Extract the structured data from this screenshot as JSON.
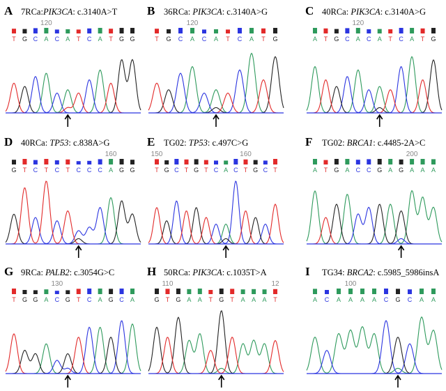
{
  "colors": {
    "A": "#2e9a5c",
    "C": "#2b35e0",
    "G": "#222222",
    "T": "#e22a2a"
  },
  "panels": [
    {
      "letter": "A",
      "sample": "7RCa:",
      "gene": "PIK3CA",
      "variant": ": c.3140A>T",
      "pos_label": "120",
      "pos_index": 3,
      "bases": "TGCACATCATGG",
      "heights": [
        0.45,
        0.4,
        0.55,
        0.6,
        0.3,
        0.35,
        0.3,
        0.5,
        0.65,
        0.45,
        0.8,
        0.8
      ],
      "arrow_index": 5,
      "minor": "T"
    },
    {
      "letter": "B",
      "sample": "36RCa: ",
      "gene": "PIK3CA",
      "variant": ": c.3140A>G",
      "pos_label": "120",
      "pos_index": 3,
      "bases": "TGCACATCATG",
      "heights": [
        0.45,
        0.35,
        0.6,
        0.7,
        0.3,
        0.35,
        0.3,
        0.65,
        0.9,
        0.5,
        0.85
      ],
      "arrow_index": 5,
      "minor": "G"
    },
    {
      "letter": "C",
      "sample": "40RCa: ",
      "gene": "PIK3CA",
      "variant": ": c.3140A>G",
      "pos_label": "120",
      "pos_index": 4,
      "bases": "ATGCACATCATG",
      "heights": [
        0.7,
        0.5,
        0.4,
        0.55,
        0.65,
        0.35,
        0.4,
        0.35,
        0.7,
        0.85,
        0.5,
        0.8
      ],
      "arrow_index": 6,
      "minor": "G"
    },
    {
      "letter": "D",
      "sample": "40RCa: ",
      "gene": "TP53",
      "variant": ": c.838A>G",
      "pos_label": "160",
      "pos_index": 9,
      "bases": "GTCTCTCCCAGG",
      "heights": [
        0.45,
        0.85,
        0.4,
        0.95,
        0.35,
        0.5,
        0.2,
        0.25,
        0.55,
        0.7,
        0.65,
        0.45
      ],
      "arrow_index": 6,
      "minor": "G"
    },
    {
      "letter": "E",
      "sample": "TG02:  ",
      "gene": "TP53",
      "variant": ": c.497C>G",
      "pos_label": "150",
      "pos_index": 0,
      "pos_label2": "160",
      "pos_index2": 9,
      "bases": "TGCTGTCACTGCT",
      "heights": [
        0.55,
        0.35,
        0.65,
        0.5,
        0.55,
        0.4,
        0.3,
        0.3,
        0.95,
        0.5,
        0.4,
        0.3,
        0.6
      ],
      "arrow_index": 7,
      "minor": "G"
    },
    {
      "letter": "F",
      "sample": "TG02: ",
      "gene": "BRCA1",
      "variant": ": c.4485-2A>C",
      "pos_label": "200",
      "pos_index": 9,
      "bases": "ATGACCGAGAAA",
      "heights": [
        0.8,
        0.4,
        0.6,
        0.75,
        0.45,
        0.55,
        0.6,
        0.6,
        0.5,
        0.8,
        0.7,
        0.55
      ],
      "arrow_index": 8,
      "minor": "C"
    },
    {
      "letter": "G",
      "sample": "9RCa:  ",
      "gene": "PALB2",
      "variant": ": c.3054G>C",
      "pos_label": "130",
      "pos_index": 4,
      "bases": "TGGACGTCAGCA",
      "heights": [
        0.6,
        0.35,
        0.3,
        0.45,
        0.2,
        0.3,
        0.55,
        0.7,
        0.7,
        0.55,
        0.8,
        0.75
      ],
      "arrow_index": 5,
      "minor": "C"
    },
    {
      "letter": "H",
      "sample": "50RCa: ",
      "gene": "PIK3CA",
      "variant": ": c.1035T>A",
      "pos_label": "110",
      "pos_index": 1,
      "pos_label2": "12",
      "pos_index2": 11,
      "bases": "GTGAATGTAAAT",
      "heights": [
        0.7,
        0.55,
        0.85,
        0.5,
        0.6,
        0.35,
        0.95,
        0.55,
        0.45,
        0.5,
        0.45,
        0.5
      ],
      "arrow_index": 6,
      "minor": "A"
    },
    {
      "letter": "I",
      "sample": "TG34: ",
      "gene": "BRCA2",
      "variant": ": c.5985_5986insA",
      "pos_label": "100",
      "pos_index": 3,
      "bases": "ACAAAACGCAA",
      "heights": [
        0.55,
        0.35,
        0.6,
        0.65,
        0.7,
        0.6,
        0.8,
        0.55,
        0.45,
        0.85,
        0.65
      ],
      "arrow_index": 7,
      "minor": "A"
    }
  ]
}
